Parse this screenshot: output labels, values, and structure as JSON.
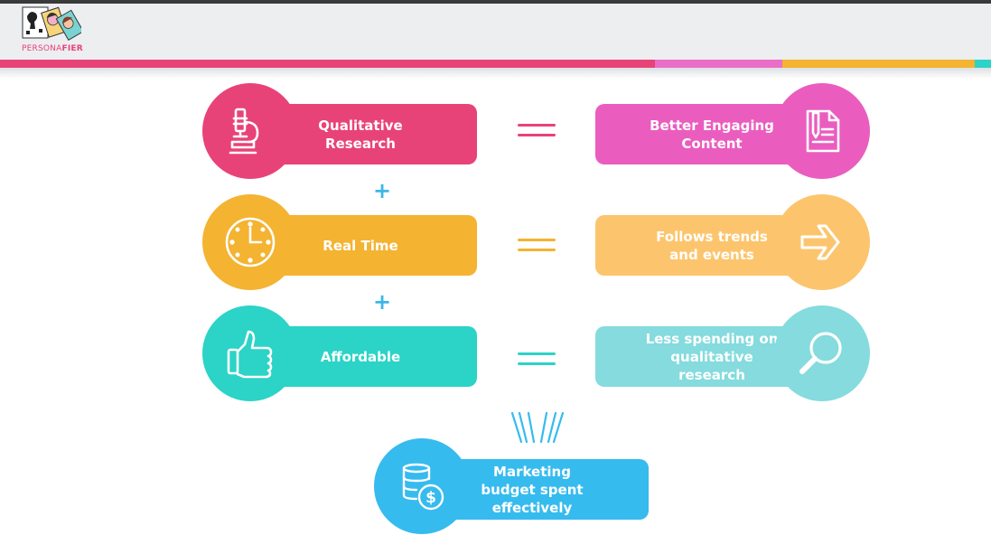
{
  "brand": {
    "name_part1": "PERSONA",
    "name_part2": "FIER"
  },
  "colors": {
    "pink": "#e84378",
    "magenta": "#ea5dbf",
    "yellow": "#f4b331",
    "light_yellow": "#fcc56d",
    "teal": "#2cd3c7",
    "light_teal": "#85dbde",
    "blue": "#36bbee",
    "operator_blue": "#3cb6e8"
  },
  "rows": [
    {
      "left_label": "Qualitative Research",
      "left_icon": "microscope-icon",
      "operator": "=",
      "right_label": "Better Engaging Content",
      "right_icon": "document-icon"
    },
    {
      "left_label": "Real Time",
      "left_icon": "clock-icon",
      "operator": "=",
      "right_label": "Follows trends and events",
      "right_icon": "arrow-right-icon"
    },
    {
      "left_label": "Affordable",
      "left_icon": "thumbs-up-icon",
      "operator": "=",
      "right_label": "Less spending on qualitative research",
      "right_icon": "magnifier-icon"
    }
  ],
  "plus_signs": [
    "+",
    "+"
  ],
  "result": {
    "label": "Marketing budget spent effectively",
    "icon": "money-database-icon"
  }
}
